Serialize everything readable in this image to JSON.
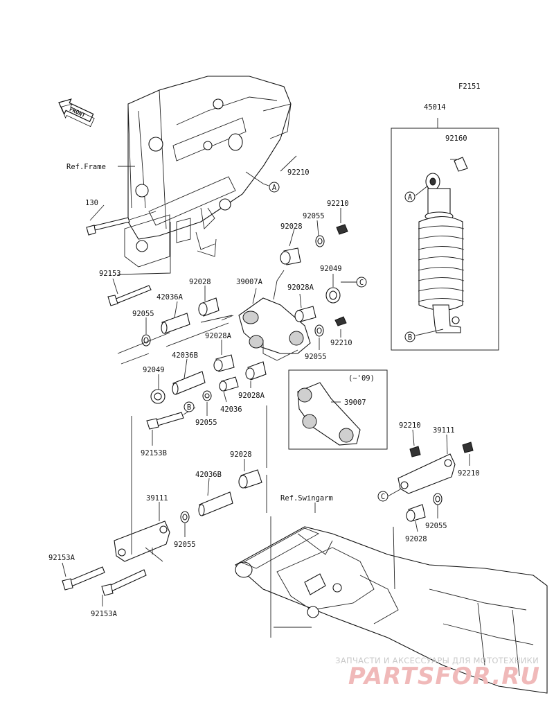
{
  "diagram_code": "F2151",
  "front_label": "FRONT",
  "year_note": "(~'09)",
  "refs": {
    "frame": "Ref.Frame",
    "swingarm": "Ref.Swingarm"
  },
  "callouts": {
    "a": "A",
    "b": "B",
    "c": "C"
  },
  "parts": {
    "p45014": "45014",
    "p92160": "92160",
    "p92210_top": "92210",
    "p130": "130",
    "p92210_b": "92210",
    "p92028_a": "92028",
    "p92055_a": "92055",
    "p92153": "92153",
    "p92028_b": "92028",
    "p39007A": "39007A",
    "p92049_a": "92049",
    "p42036A": "42036A",
    "p92028A_a": "92028A",
    "p92055_b": "92055",
    "p92210_c": "92210",
    "p92028A_b": "92028A",
    "p92055_c": "92055",
    "p42036B_a": "42036B",
    "p92049_b": "92049",
    "p39007": "39007",
    "p42036": "42036",
    "p92028A_c": "92028A",
    "p92055_d": "92055",
    "p92153B": "92153B",
    "p92028_c": "92028",
    "p42036B_b": "42036B",
    "p39111_a": "39111",
    "p92055_e": "92055",
    "p92153A_a": "92153A",
    "p92153A_b": "92153A",
    "p92210_d": "92210",
    "p39111_b": "39111",
    "p92210_e": "92210",
    "p92055_f": "92055",
    "p92028_d": "92028"
  },
  "watermark": {
    "line1": "ЗАПЧАСТИ И АКСЕССУАРЫ ДЛЯ МОТОТЕХНИКИ",
    "line2": "PARTSFOR.RU"
  }
}
